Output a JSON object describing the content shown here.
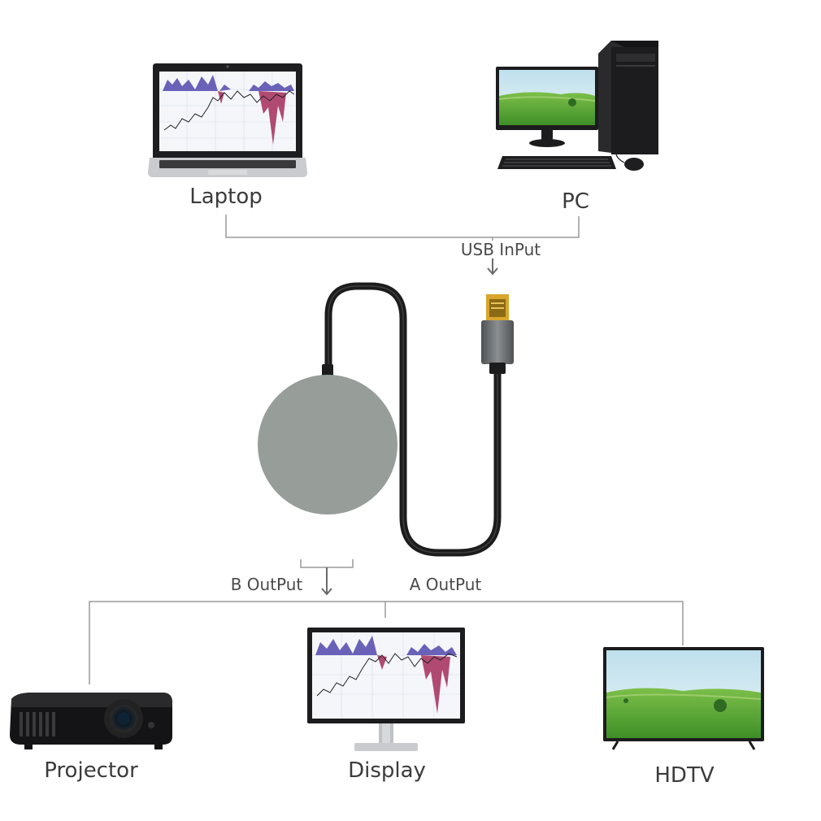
{
  "sources": {
    "laptop_label": "Laptop",
    "pc_label": "PC"
  },
  "input_label": "USB InPut",
  "outputs": {
    "b_label": "B OutPut",
    "a_label": "A OutPut"
  },
  "destinations": {
    "projector_label": "Projector",
    "display_label": "Display",
    "hdtv_label": "HDTV"
  },
  "colors": {
    "line": "#9a9a9a",
    "hub": "#979e99",
    "cable": "#1c1c1c",
    "usb_plug": "#6d6f72",
    "usb_gold": "#d9a62b",
    "screen_chart_blue": "#6a62b8",
    "screen_chart_red": "#b14a72",
    "landscape_sky": "#cfe6ef",
    "landscape_grass": "#5da83a"
  },
  "icons": [
    "laptop-icon",
    "desktop-pc-icon",
    "usb-hub-icon",
    "usb-plug-icon",
    "projector-icon",
    "monitor-icon",
    "tv-icon"
  ]
}
